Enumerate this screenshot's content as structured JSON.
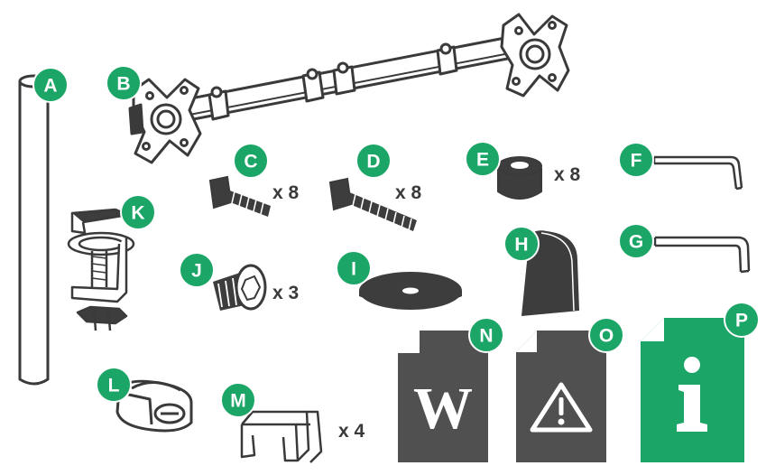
{
  "colors": {
    "accent": "#1ba566",
    "outline": "#3a3a3a",
    "dark_fill": "#3d3d3d",
    "doc_gray": "#505050"
  },
  "parts": [
    {
      "letter": "A",
      "name": "pole"
    },
    {
      "letter": "B",
      "name": "dual-monitor-arm"
    },
    {
      "letter": "C",
      "name": "screw-short",
      "quantity": "x 8"
    },
    {
      "letter": "D",
      "name": "screw-long",
      "quantity": "x 8"
    },
    {
      "letter": "E",
      "name": "spacer",
      "quantity": "x 8"
    },
    {
      "letter": "F",
      "name": "allen-key-small"
    },
    {
      "letter": "G",
      "name": "allen-key-large"
    },
    {
      "letter": "H",
      "name": "support-plate"
    },
    {
      "letter": "I",
      "name": "base-disc"
    },
    {
      "letter": "J",
      "name": "bolt",
      "quantity": "x 3"
    },
    {
      "letter": "K",
      "name": "desk-clamp"
    },
    {
      "letter": "L",
      "name": "cable-clip"
    },
    {
      "letter": "M",
      "name": "cable-holder",
      "quantity": "x 4"
    },
    {
      "letter": "N",
      "name": "warranty-document",
      "icon": "W"
    },
    {
      "letter": "O",
      "name": "warning-document",
      "icon": "!"
    },
    {
      "letter": "P",
      "name": "info-document",
      "icon": "i"
    }
  ]
}
